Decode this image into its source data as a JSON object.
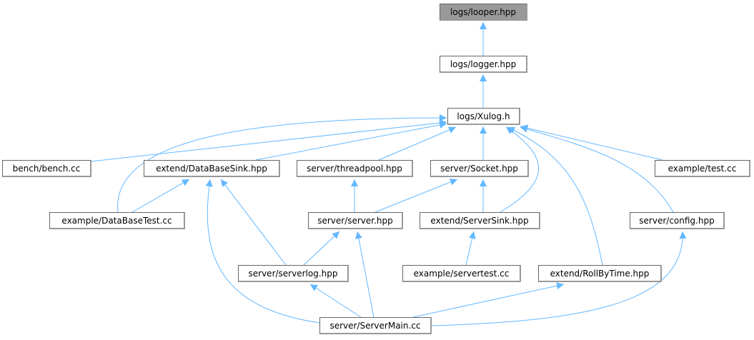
{
  "colors": {
    "edge": "#63b8ff",
    "root_fill": "#999999"
  },
  "nodes": {
    "looper": "logs/looper.hpp",
    "logger": "logs/logger.hpp",
    "xulog": "logs/Xulog.h",
    "bench": "bench/bench.cc",
    "databasesink": "extend/DataBaseSink.hpp",
    "threadpool": "server/threadpool.hpp",
    "socket": "server/Socket.hpp",
    "test": "example/test.cc",
    "databasetest": "example/DataBaseTest.cc",
    "server": "server/server.hpp",
    "serversink": "extend/ServerSink.hpp",
    "config": "server/config.hpp",
    "serverlog": "server/serverlog.hpp",
    "servertest": "example/servertest.cc",
    "rollbytime": "extend/RollByTime.hpp",
    "servermain": "server/ServerMain.cc"
  }
}
